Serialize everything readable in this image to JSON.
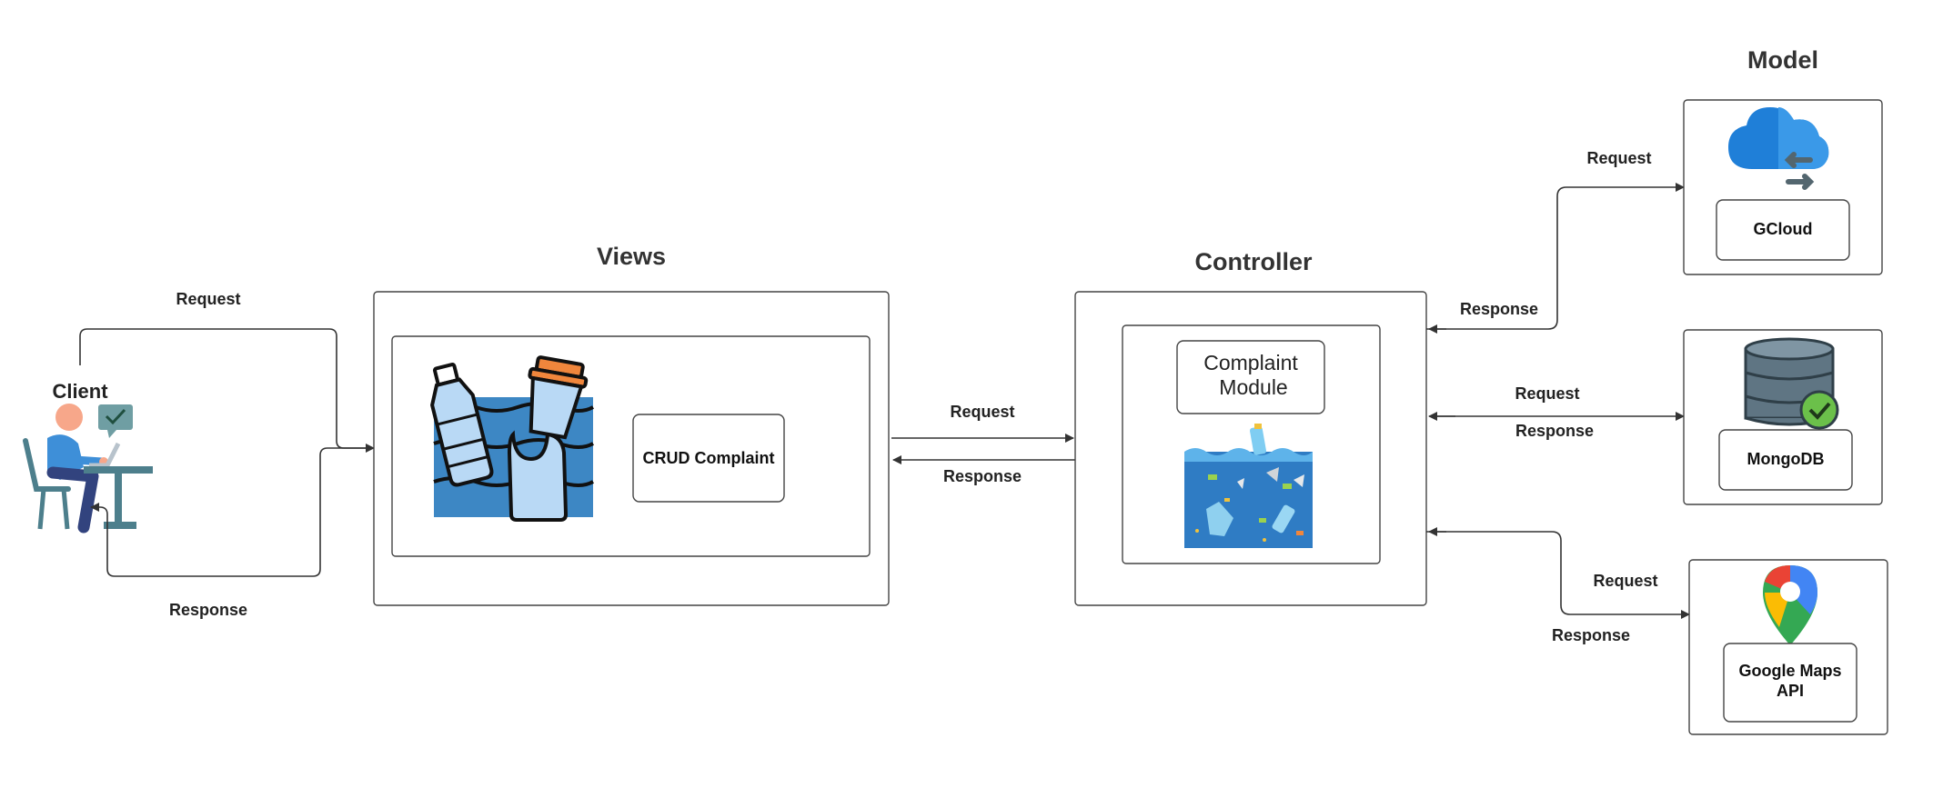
{
  "sections": {
    "views": "Views",
    "controller": "Controller",
    "model": "Model"
  },
  "client": {
    "label": "Client"
  },
  "client_flow": {
    "request": "Request",
    "response": "Response"
  },
  "views": {
    "crud_box": "CRUD Complaint"
  },
  "views_controller": {
    "request": "Request",
    "response": "Response"
  },
  "controller": {
    "module_line1": "Complaint",
    "module_line2": "Module"
  },
  "model": {
    "gcloud": {
      "label": "GCloud",
      "request": "Request",
      "response": "Response"
    },
    "mongodb": {
      "label": "MongoDB",
      "request": "Request",
      "response": "Response"
    },
    "maps": {
      "label_line1": "Google Maps",
      "label_line2": "API",
      "request": "Request",
      "response": "Response"
    }
  },
  "icons": {
    "client": "person-at-laptop-icon",
    "views": "plastic-waste-icon",
    "controller": "ocean-pollution-icon",
    "gcloud": "cloud-sync-icon",
    "mongodb": "database-check-icon",
    "maps": "map-pin-icon"
  }
}
